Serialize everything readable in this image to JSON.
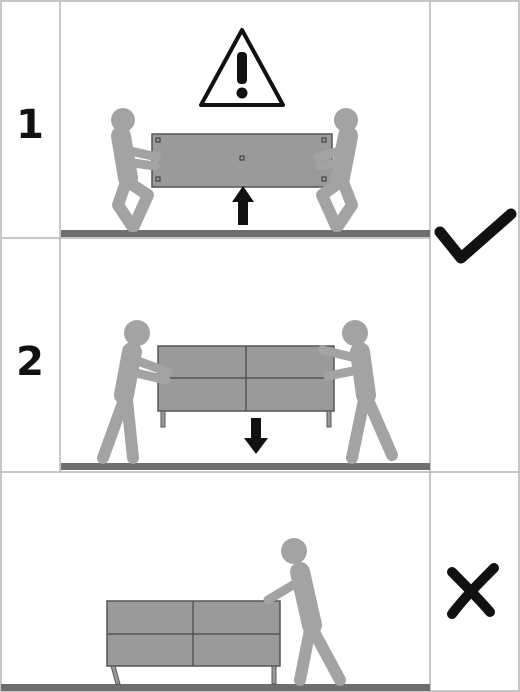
{
  "steps": [
    {
      "number": "1",
      "verdict": ""
    },
    {
      "number": "2",
      "verdict": ""
    },
    {
      "number": "",
      "verdict": ""
    }
  ],
  "marks": {
    "correct": "check-mark",
    "wrong": "cross-mark",
    "warning": "warning-triangle-icon"
  },
  "colors": {
    "figure": "#a3a3a3",
    "figure_stroke": "#8a8a8a",
    "furniture": "#9a9a9a",
    "furniture_stroke": "#555555",
    "floor": "#6e6e6e",
    "border": "#b5b5b5",
    "ink": "#111111"
  }
}
